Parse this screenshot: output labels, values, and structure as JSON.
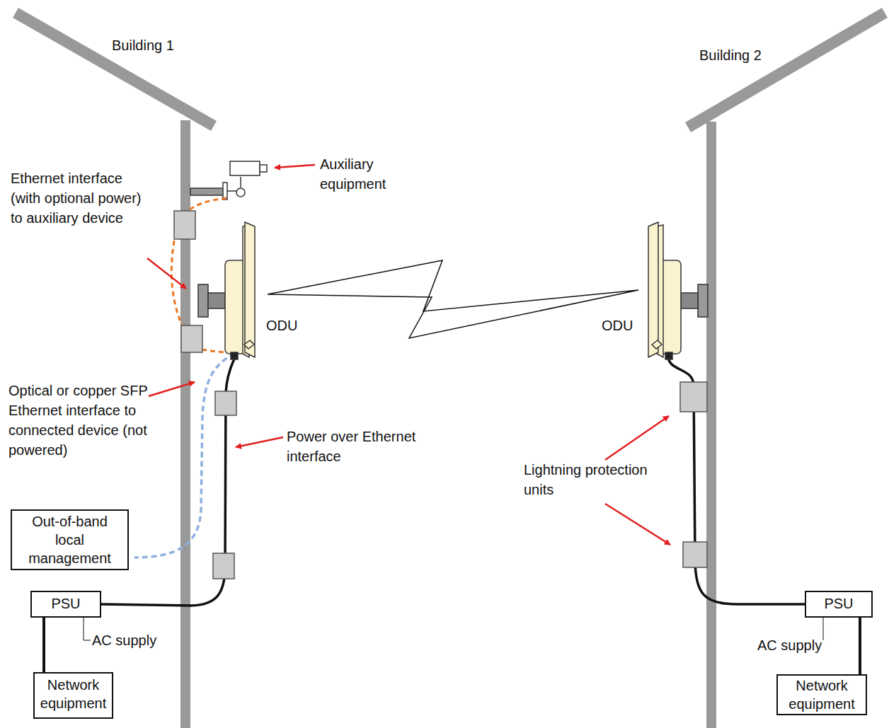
{
  "diagram": {
    "nodes": [
      {
        "text": [
          "Out-of-band local management"
        ]
      },
      {
        "text": [
          "PSU"
        ]
      },
      {
        "text": [
          "PSU"
        ]
      },
      {
        "text": [
          "Network equipment"
        ]
      },
      {
        "text": [
          "Network equipment"
        ]
      }
    ],
    "edges": [
      {
        "from": 1,
        "to": 3,
        "arrow": "none"
      },
      {
        "from": 2,
        "to": 4,
        "arrow": "none"
      }
    ],
    "labels": [
      "Building 1",
      "Building 2",
      "Auxiliary equipment",
      "Ethernet interface (with optional power) to auxiliary device",
      "ODU",
      "ODU",
      "Optical or copper SFP Ethernet interface to connected device (not powered)",
      "Power over Ethernet interface",
      "Lightning protection units",
      "AC supply",
      "AC supply"
    ]
  }
}
